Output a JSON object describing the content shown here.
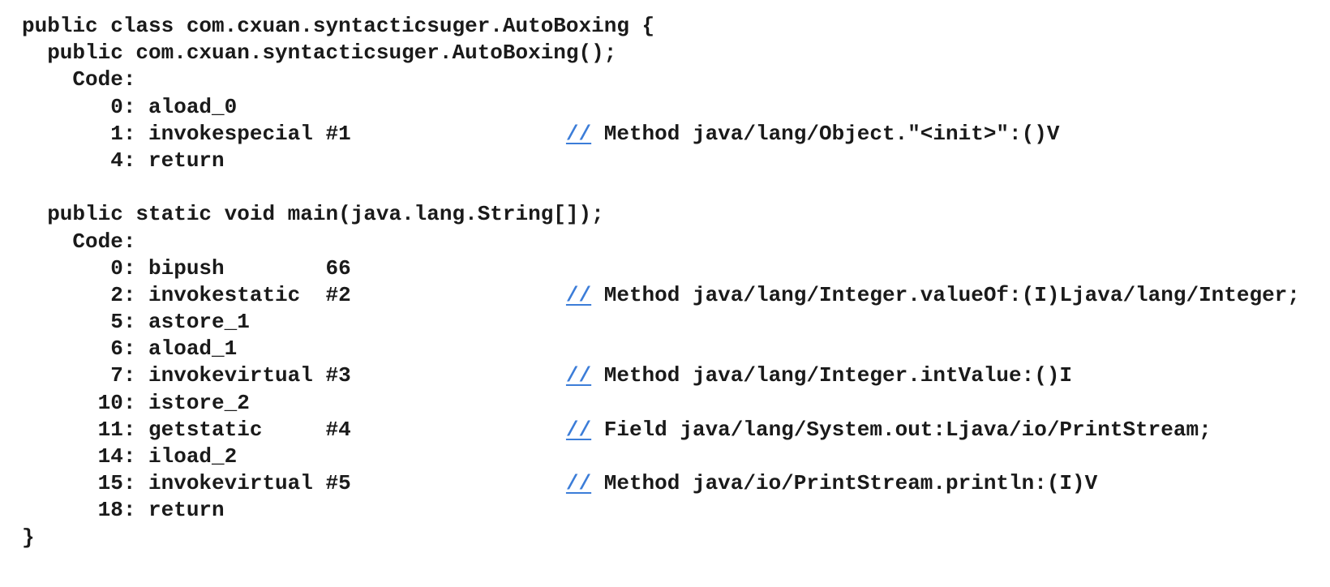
{
  "page": {
    "background": "#ffffff",
    "text_color": "#1a1a1a",
    "link_color": "#3c7dd8"
  },
  "code": {
    "lines": [
      {
        "segments": [
          {
            "type": "code",
            "text": "public class com.cxuan.syntacticsuger.AutoBoxing {"
          }
        ]
      },
      {
        "segments": [
          {
            "type": "code",
            "text": "  public com.cxuan.syntacticsuger.AutoBoxing();"
          }
        ]
      },
      {
        "segments": [
          {
            "type": "code",
            "text": "    Code:"
          }
        ]
      },
      {
        "segments": [
          {
            "type": "code",
            "text": "       0: aload_0"
          }
        ]
      },
      {
        "segments": [
          {
            "type": "code",
            "text": "       1: invokespecial #1                 "
          },
          {
            "type": "link",
            "text": "//"
          },
          {
            "type": "comment",
            "text": " Method java/lang/Object.\"<init>\":()V"
          }
        ]
      },
      {
        "segments": [
          {
            "type": "code",
            "text": "       4: return"
          }
        ]
      },
      {
        "segments": []
      },
      {
        "segments": [
          {
            "type": "code",
            "text": "  public static void main(java.lang.String[]);"
          }
        ]
      },
      {
        "segments": [
          {
            "type": "code",
            "text": "    Code:"
          }
        ]
      },
      {
        "segments": [
          {
            "type": "code",
            "text": "       0: bipush        66"
          }
        ]
      },
      {
        "segments": [
          {
            "type": "code",
            "text": "       2: invokestatic  #2                 "
          },
          {
            "type": "link",
            "text": "//"
          },
          {
            "type": "comment",
            "text": " Method java/lang/Integer.valueOf:(I)Ljava/lang/Integer;"
          }
        ]
      },
      {
        "segments": [
          {
            "type": "code",
            "text": "       5: astore_1"
          }
        ]
      },
      {
        "segments": [
          {
            "type": "code",
            "text": "       6: aload_1"
          }
        ]
      },
      {
        "segments": [
          {
            "type": "code",
            "text": "       7: invokevirtual #3                 "
          },
          {
            "type": "link",
            "text": "//"
          },
          {
            "type": "comment",
            "text": " Method java/lang/Integer.intValue:()I"
          }
        ]
      },
      {
        "segments": [
          {
            "type": "code",
            "text": "      10: istore_2"
          }
        ]
      },
      {
        "segments": [
          {
            "type": "code",
            "text": "      11: getstatic     #4                 "
          },
          {
            "type": "link",
            "text": "//"
          },
          {
            "type": "comment",
            "text": " Field java/lang/System.out:Ljava/io/PrintStream;"
          }
        ]
      },
      {
        "segments": [
          {
            "type": "code",
            "text": "      14: iload_2"
          }
        ]
      },
      {
        "segments": [
          {
            "type": "code",
            "text": "      15: invokevirtual #5                 "
          },
          {
            "type": "link",
            "text": "//"
          },
          {
            "type": "comment",
            "text": " Method java/io/PrintStream.println:(I)V"
          }
        ]
      },
      {
        "segments": [
          {
            "type": "code",
            "text": "      18: return"
          }
        ]
      },
      {
        "segments": [
          {
            "type": "code",
            "text": "}"
          }
        ]
      }
    ]
  }
}
